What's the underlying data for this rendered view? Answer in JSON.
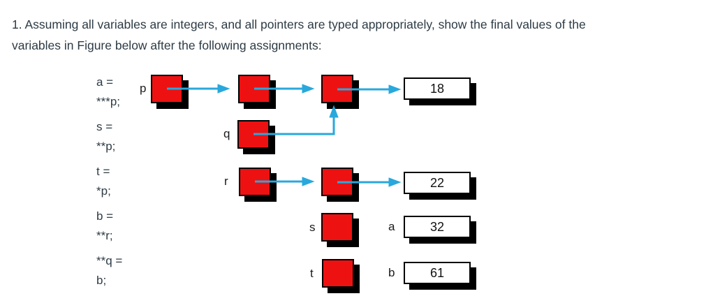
{
  "question": {
    "line1": "1. Assuming all variables are integers, and all pointers are typed appropriately, show the final values of the",
    "line2": "variables in Figure below after the following assignments:"
  },
  "code": {
    "lines": [
      "a =",
      "***p;",
      "s =",
      "**p;",
      "t =",
      "*p;",
      "b =",
      "**r;",
      "**q =",
      "b;"
    ]
  },
  "diagram": {
    "pointer_labels": {
      "p": "p",
      "q": "q",
      "r": "r",
      "s": "s",
      "t": "t"
    },
    "variable_labels": {
      "a": "a",
      "b": "b"
    },
    "values": {
      "cell_18": "18",
      "cell_22": "22",
      "cell_32": "32",
      "cell_61": "61"
    },
    "colors": {
      "pointer_cell": "#ee1111",
      "arrow": "#29a8dc",
      "shadow": "#000000",
      "value_cell_bg": "#ffffff",
      "text": "#2d3b45"
    }
  }
}
